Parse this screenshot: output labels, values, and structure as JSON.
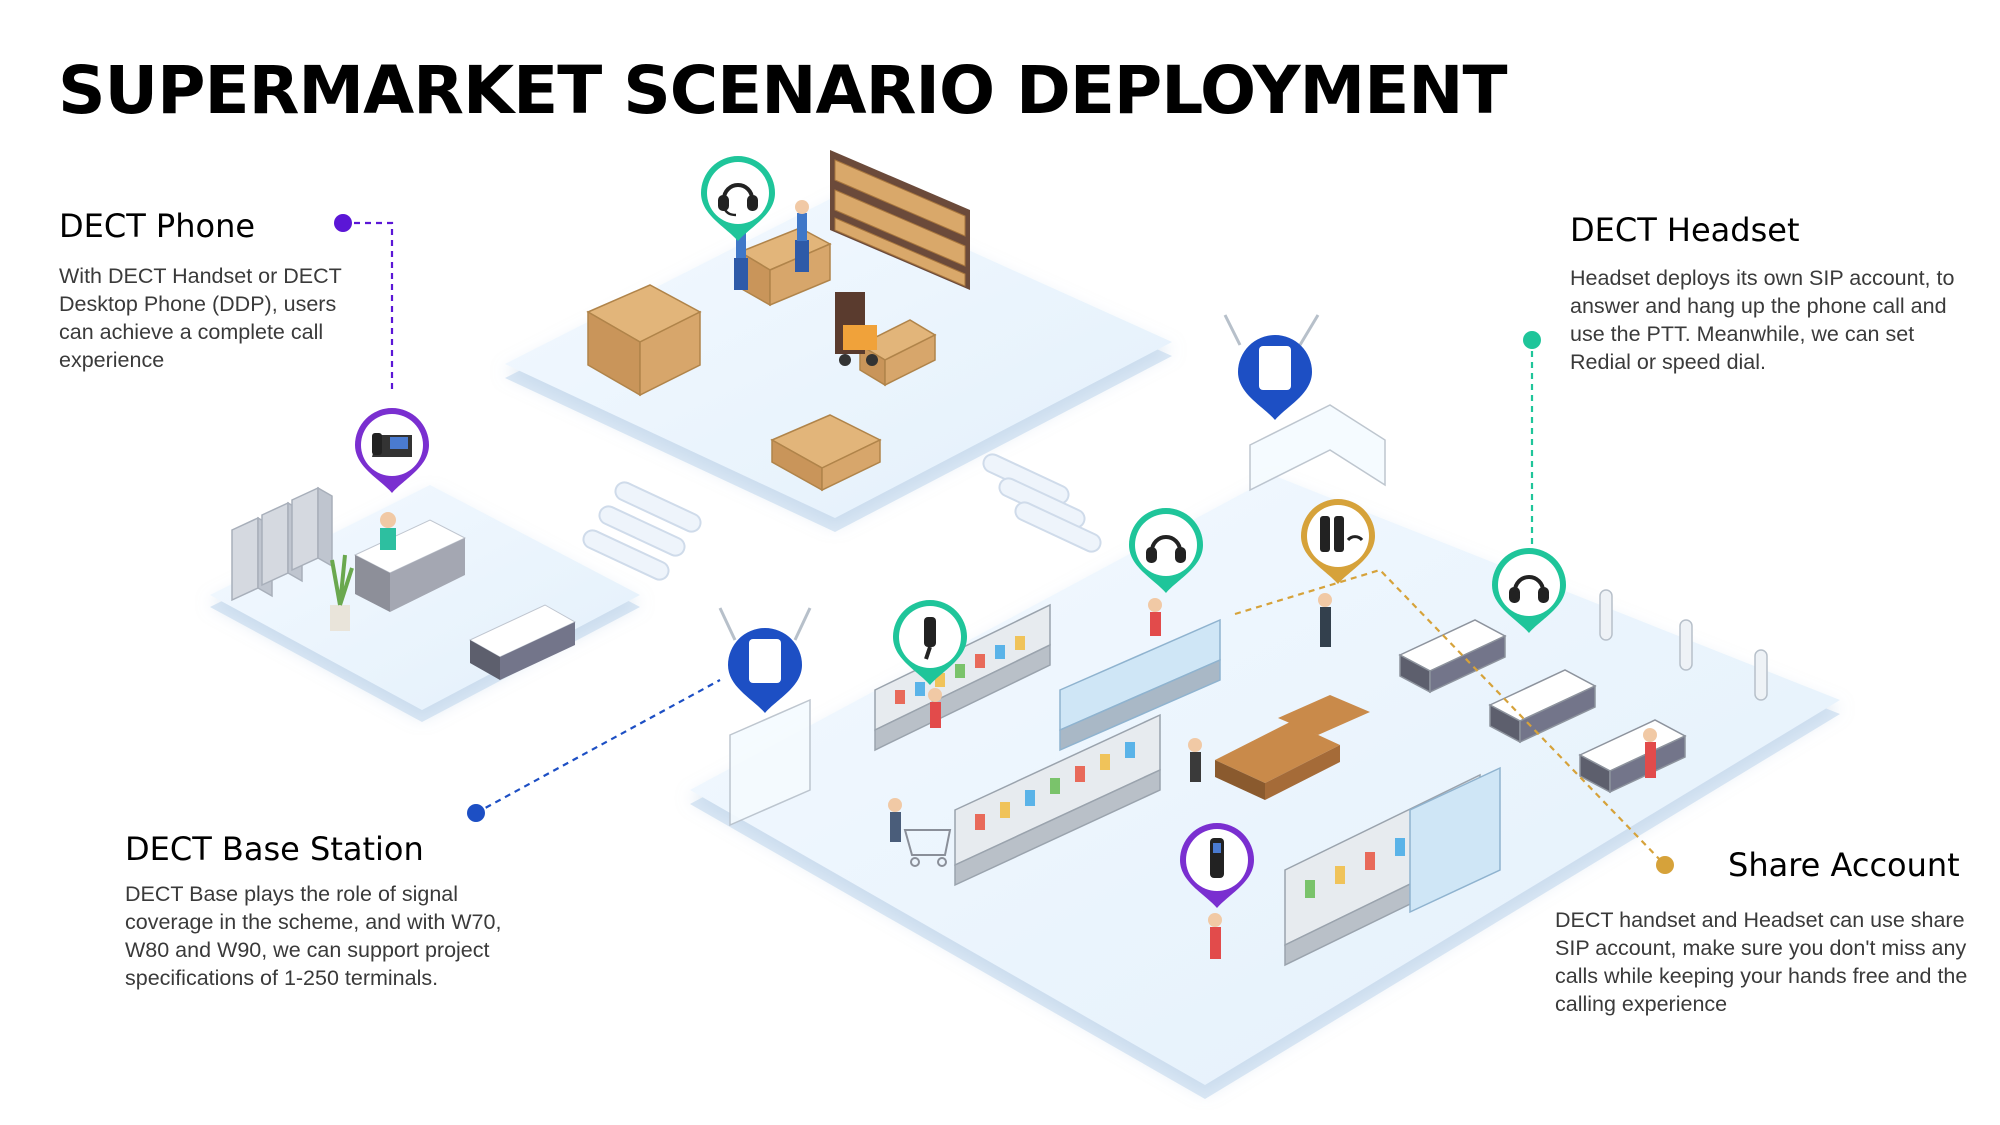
{
  "title": "SUPERMARKET SCENARIO DEPLOYMENT",
  "callouts": {
    "dect_phone": {
      "heading": "DECT Phone",
      "text": "With DECT Handset or DECT Desktop Phone (DDP), users can achieve a complete call experience",
      "color": "#5b16d6"
    },
    "dect_headset": {
      "heading": "DECT Headset",
      "text": "Headset deploys its own SIP account, to answer and hang up the phone call and use the PTT. Meanwhile, we can set Redial or speed dial.",
      "color": "#1fc59a"
    },
    "dect_base_station": {
      "heading": "DECT Base Station",
      "text": "DECT Base plays the role of signal coverage in the scheme, and with W70, W80 and W90, we can support project specifications of 1-250  terminals.",
      "color": "#1d4fc4"
    },
    "share_account": {
      "heading": "Share Account",
      "text": "DECT  handset and Headset can use share SIP account, make sure you don't miss any calls while keeping your hands free and the calling experience",
      "color": "#d6a23a"
    }
  },
  "markers": [
    {
      "icon": "headset-icon",
      "color": "#1fc59a"
    },
    {
      "icon": "desk-phone-icon",
      "color": "#7a2fd0"
    },
    {
      "icon": "base-station-icon",
      "color": "#1d4fc4"
    },
    {
      "icon": "base-station-icon",
      "color": "#1d4fc4"
    },
    {
      "icon": "handset-icon",
      "color": "#1fc59a"
    },
    {
      "icon": "headset-icon",
      "color": "#1fc59a"
    },
    {
      "icon": "handset-pair-icon",
      "color": "#d6a23a"
    },
    {
      "icon": "headset-icon",
      "color": "#1fc59a"
    },
    {
      "icon": "handset-icon",
      "color": "#7a2fd0"
    }
  ]
}
